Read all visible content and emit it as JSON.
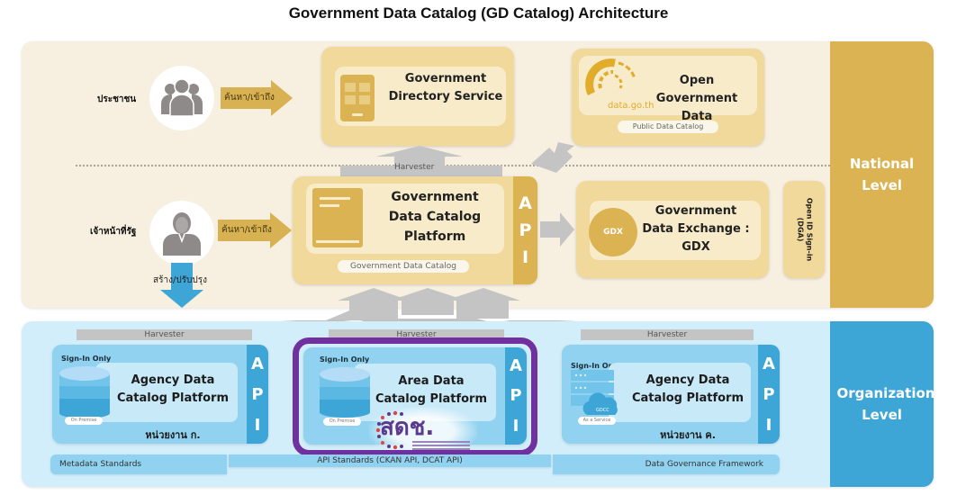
{
  "title": "Government Data Catalog (GD Catalog) Architecture",
  "levels": {
    "national": "National Level",
    "organization": "Organization Level"
  },
  "actors": {
    "citizen": {
      "label": "ประชาชน",
      "action": "ค้นหา/เข้าถึง",
      "icon": "people-group-icon"
    },
    "officer": {
      "label": "เจ้าหน้าที่รัฐ",
      "action": "ค้นหา/เข้าถึง",
      "create_action": "สร้าง/ปรับปรุง",
      "icon": "person-icon"
    }
  },
  "national": {
    "directory": {
      "title_line1": "Government",
      "title_line2": "Directory Service",
      "icon": "tablet-icon"
    },
    "open_data": {
      "title_line1": "Open Government",
      "title_line2": "Data",
      "logo_text": "data.go.th",
      "pill": "Public Data Catalog"
    },
    "gd_catalog": {
      "title_line1": "Government",
      "title_line2": "Data Catalog",
      "title_line3": "Platform",
      "pill": "Government Data Catalog",
      "harvester": "Harvester",
      "api": [
        "A",
        "P",
        "I"
      ]
    },
    "gdx": {
      "title_line1": "Government",
      "title_line2": "Data Exchange :",
      "title_line3": "GDX",
      "icon_text": "GDX"
    },
    "openid": {
      "label_line1": "Open ID Sign-in",
      "label_line2": "(DGA)"
    }
  },
  "organization": {
    "platforms": [
      {
        "signin": "Sign-In Only",
        "title_line1": "Agency Data",
        "title_line2": "Catalog Platform",
        "deploy": "On Premise",
        "agency": "หน่วยงาน ก.",
        "harvester": "Harvester",
        "api": [
          "A",
          "P",
          "I"
        ]
      },
      {
        "signin": "Sign-In Only",
        "title_line1": "Area Data",
        "title_line2": "Catalog Platform",
        "deploy": "On Premise",
        "agency": "",
        "harvester": "Harvester",
        "api": [
          "A",
          "P",
          "I"
        ],
        "logo_text": "สดช.",
        "highlighted": true
      },
      {
        "signin": "Sign-In Only",
        "title_line1": "Agency Data",
        "title_line2": "Catalog Platform",
        "deploy": "As a Service",
        "cloud_text": "GDCC",
        "agency": "หน่วยงาน ค.",
        "harvester": "Harvester",
        "api": [
          "A",
          "P",
          "I"
        ]
      }
    ],
    "standards": [
      "Metadata Standards",
      "API Standards (CKAN API, DCAT API)",
      "Data Governance Framework"
    ]
  },
  "colors": {
    "gold": "#dcb353",
    "gold_light": "#f0d99a",
    "cream": "#f7efdf",
    "blue": "#3ea6d6",
    "blue_light": "#90d2ef",
    "blue_bg": "#d2eefb",
    "highlight_purple": "#7030a0",
    "arrow_gray": "#c4c4c4"
  }
}
